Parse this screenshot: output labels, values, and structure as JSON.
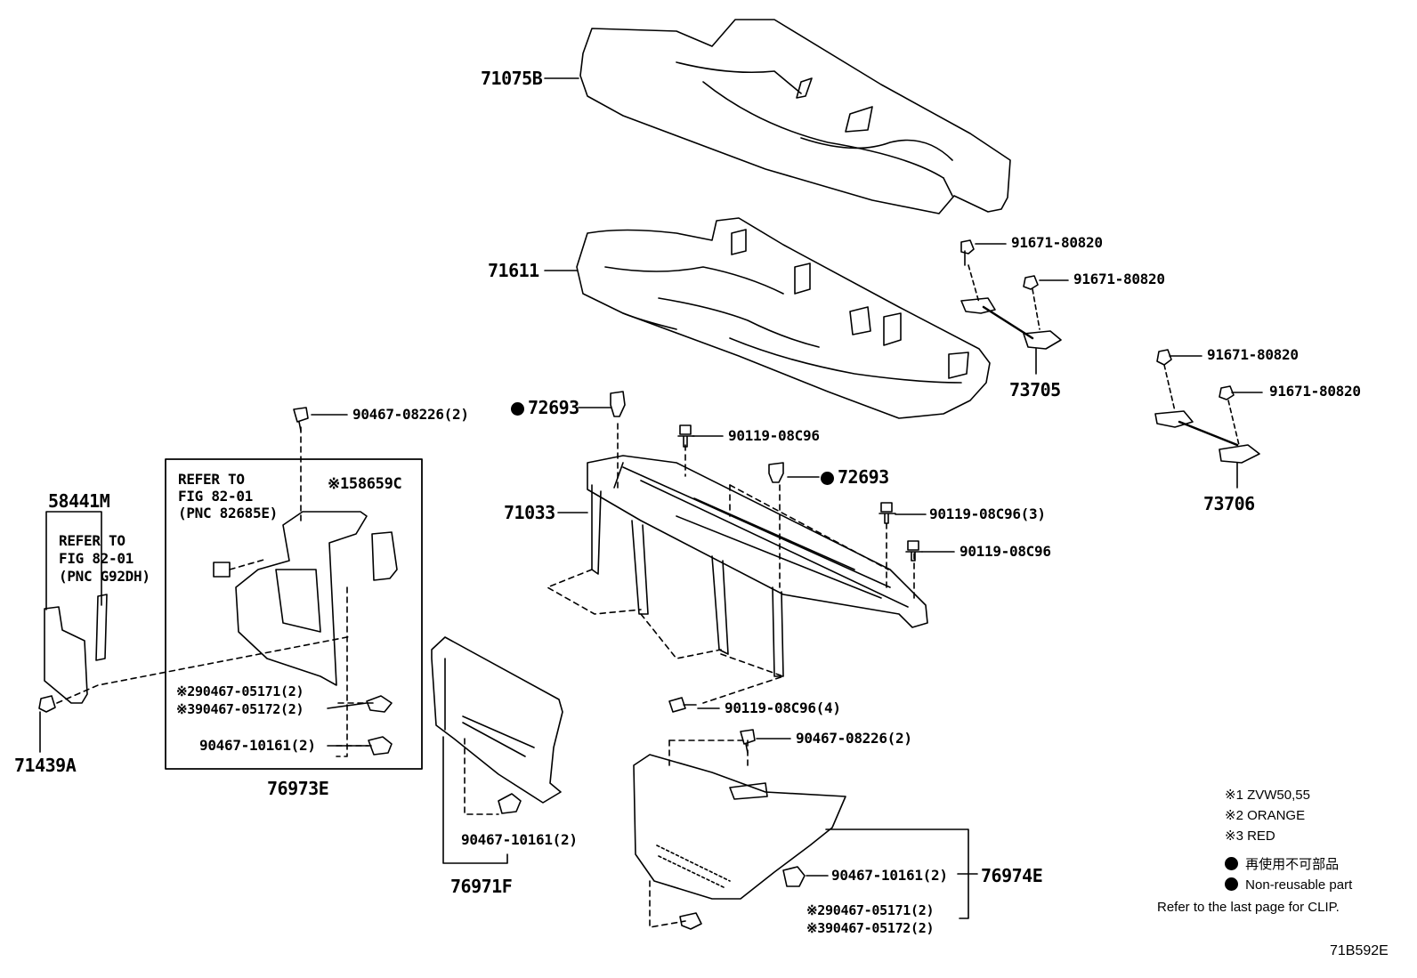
{
  "parts": {
    "p71075B": "71075B",
    "p71611": "71611",
    "p91671_a": "91671-80820",
    "p91671_b": "91671-80820",
    "p73705": "73705",
    "p91671_c": "91671-80820",
    "p91671_d": "91671-80820",
    "p73706": "73706",
    "p72693_a": "72693",
    "p72693_b": "72693",
    "p90119_a": "90119-08C96",
    "p71033": "71033",
    "p90119_b": "90119-08C96(3)",
    "p90119_c": "90119-08C96",
    "p90119_d": "90119-08C96(4)",
    "p90467_08226_a": "90467-08226(2)",
    "p90467_08226_b": "90467-08226(2)",
    "p58441M": "58441M",
    "p158659C": "※158659C",
    "p90467_05171_a": "※290467-05171(2)",
    "p90467_05172_a": "※390467-05172(2)",
    "p90467_10161_a": "90467-10161(2)",
    "p76973E": "76973E",
    "p71439A": "71439A",
    "p90467_10161_b": "90467-10161(2)",
    "p76971F": "76971F",
    "p90467_10161_c": "90467-10161(2)",
    "p76974E": "76974E",
    "p90467_05171_b": "※290467-05171(2)",
    "p90467_05172_b": "※390467-05172(2)"
  },
  "refer_box": {
    "line1": "REFER TO",
    "line2": "FIG 82-01",
    "line3": "(PNC 82685E)"
  },
  "refer_left": {
    "line1": "REFER TO",
    "line2": "FIG 82-01",
    "line3": "(PNC G92DH)"
  },
  "notes": {
    "n1": "※1 ZVW50,55",
    "n2": "※2 ORANGE",
    "n3": "※3 RED",
    "n4": "再使用不可部品",
    "n5": "Non-reusable part",
    "n6": "Refer to the last page for CLIP."
  },
  "diagram_id": "71B592E"
}
